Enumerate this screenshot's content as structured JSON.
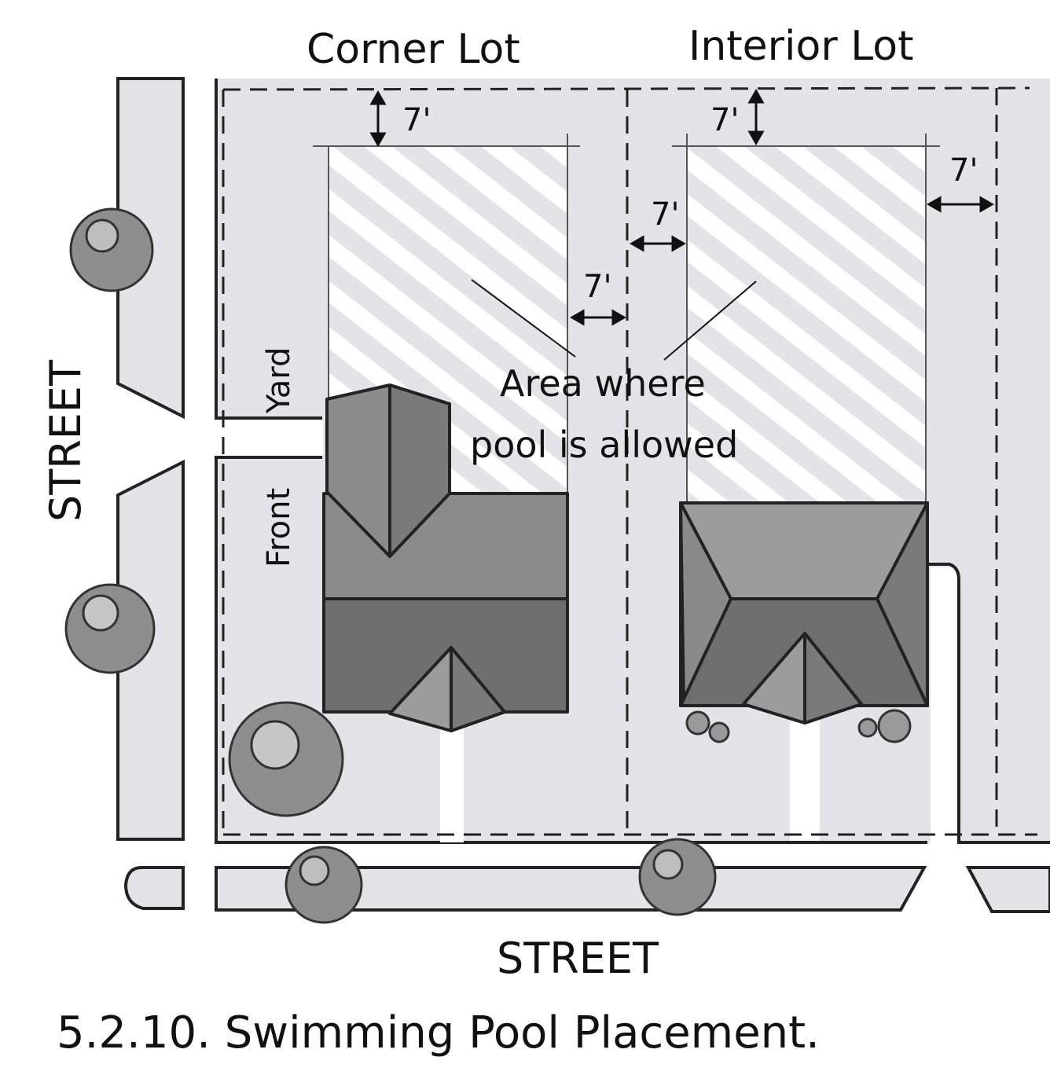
{
  "labels": {
    "corner_lot": "Corner Lot",
    "interior_lot": "Interior Lot",
    "street_bottom": "STREET",
    "street_left": "STREET",
    "front": "Front",
    "yard": "Yard",
    "area_line1": "Area where",
    "area_line2": "pool is allowed"
  },
  "setbacks": {
    "corner_rear": "7'",
    "corner_side": "7'",
    "interior_rear": "7'",
    "interior_left_side": "7'",
    "interior_right_side": "7'"
  },
  "caption": "5.2.10. Swimming Pool Placement.",
  "colors": {
    "ground": "#e4e3e7",
    "roof_light": "#8b8b8b",
    "roof_dark": "#6f6f6f",
    "roof_mid": "#9c9c9c",
    "outline": "#222222",
    "tree": "#8e8e8e"
  }
}
